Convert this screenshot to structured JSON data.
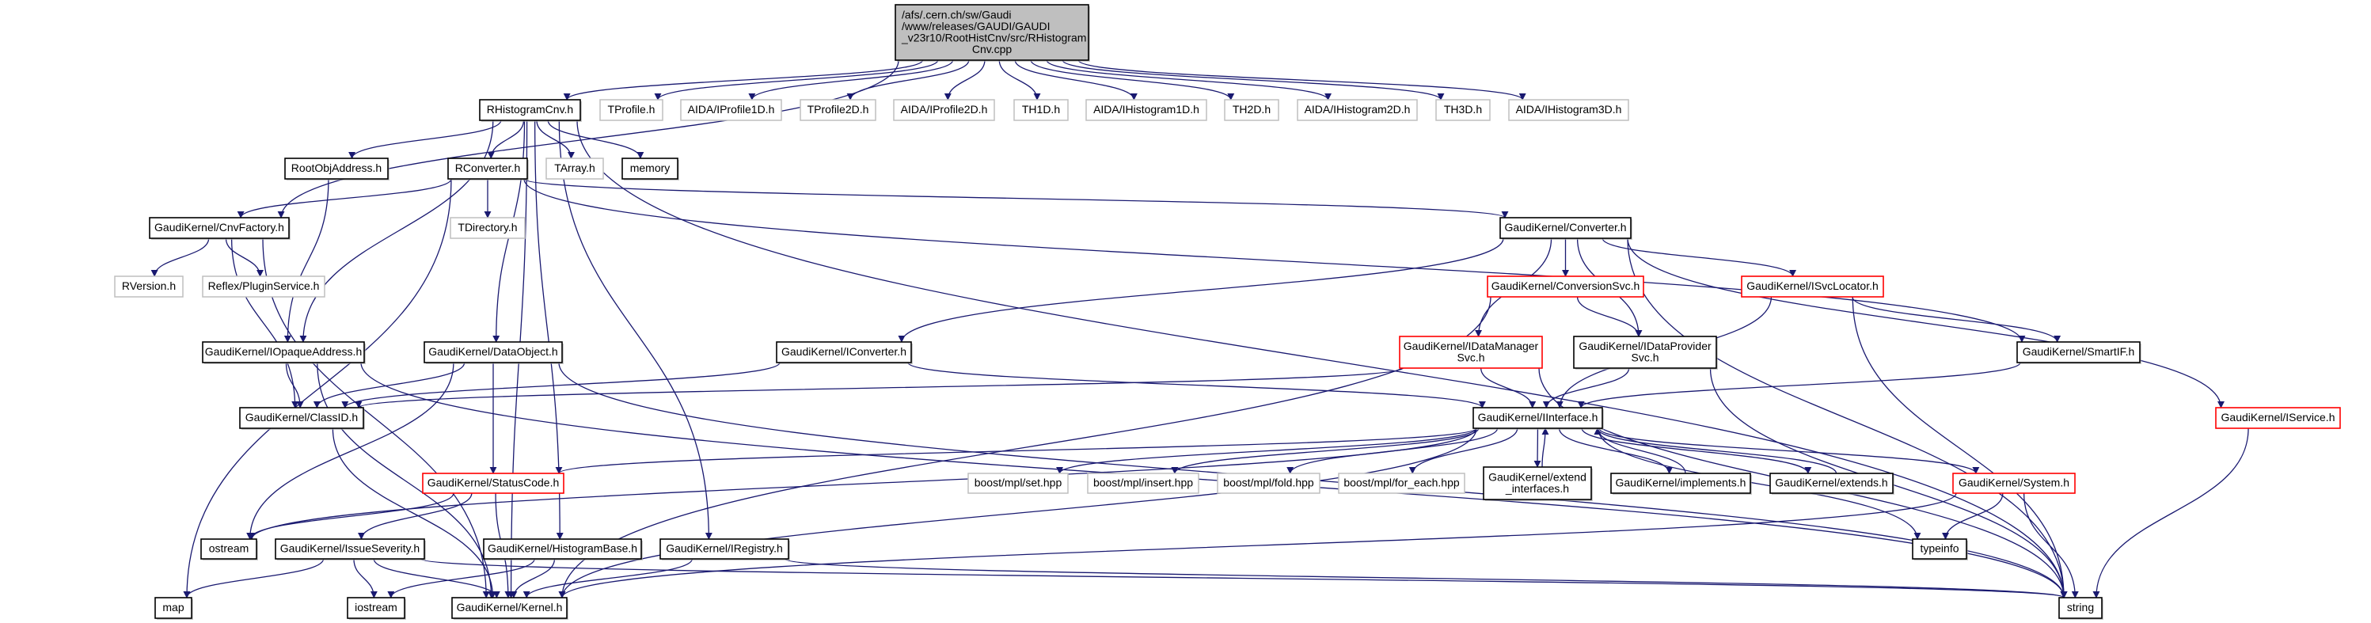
{
  "colors": {
    "edge": "#191970",
    "documented_border": "#000000",
    "external_border": "#bfbfbf",
    "truncated_border": "#ff0000",
    "root_fill": "#bfbfbf"
  },
  "nodes": [
    {
      "id": "cpp",
      "lines": [
        "/afs/.cern.ch/sw/Gaudi",
        "/www/releases/GAUDI/GAUDI",
        "_v23r10/RootHistCnv/src/RHistogram",
        "Cnv.cpp"
      ],
      "style": "root"
    },
    {
      "id": "RHistogramCnv",
      "lines": [
        "RHistogramCnv.h"
      ],
      "style": "documented"
    },
    {
      "id": "TProfile",
      "lines": [
        "TProfile.h"
      ],
      "style": "external"
    },
    {
      "id": "IProfile1D",
      "lines": [
        "AIDA/IProfile1D.h"
      ],
      "style": "external"
    },
    {
      "id": "TProfile2D",
      "lines": [
        "TProfile2D.h"
      ],
      "style": "external"
    },
    {
      "id": "IProfile2D",
      "lines": [
        "AIDA/IProfile2D.h"
      ],
      "style": "external"
    },
    {
      "id": "TH1D",
      "lines": [
        "TH1D.h"
      ],
      "style": "external"
    },
    {
      "id": "IHistogram1D",
      "lines": [
        "AIDA/IHistogram1D.h"
      ],
      "style": "external"
    },
    {
      "id": "TH2D",
      "lines": [
        "TH2D.h"
      ],
      "style": "external"
    },
    {
      "id": "IHistogram2D",
      "lines": [
        "AIDA/IHistogram2D.h"
      ],
      "style": "external"
    },
    {
      "id": "TH3D",
      "lines": [
        "TH3D.h"
      ],
      "style": "external"
    },
    {
      "id": "IHistogram3D",
      "lines": [
        "AIDA/IHistogram3D.h"
      ],
      "style": "external"
    },
    {
      "id": "RootObjAddress",
      "lines": [
        "RootObjAddress.h"
      ],
      "style": "documented"
    },
    {
      "id": "RConverter",
      "lines": [
        "RConverter.h"
      ],
      "style": "documented"
    },
    {
      "id": "TArray",
      "lines": [
        "TArray.h"
      ],
      "style": "external"
    },
    {
      "id": "memory",
      "lines": [
        "memory"
      ],
      "style": "documented"
    },
    {
      "id": "CnvFactory",
      "lines": [
        "GaudiKernel/CnvFactory.h"
      ],
      "style": "documented"
    },
    {
      "id": "TDirectory",
      "lines": [
        "TDirectory.h"
      ],
      "style": "external"
    },
    {
      "id": "Converter",
      "lines": [
        "GaudiKernel/Converter.h"
      ],
      "style": "documented"
    },
    {
      "id": "RVersion",
      "lines": [
        "RVersion.h"
      ],
      "style": "external"
    },
    {
      "id": "PluginService",
      "lines": [
        "Reflex/PluginService.h"
      ],
      "style": "external"
    },
    {
      "id": "ConversionSvc",
      "lines": [
        "GaudiKernel/ConversionSvc.h"
      ],
      "style": "truncated"
    },
    {
      "id": "ISvcLocator",
      "lines": [
        "GaudiKernel/ISvcLocator.h"
      ],
      "style": "truncated"
    },
    {
      "id": "IOpaqueAddress",
      "lines": [
        "GaudiKernel/IOpaqueAddress.h"
      ],
      "style": "documented"
    },
    {
      "id": "DataObject",
      "lines": [
        "GaudiKernel/DataObject.h"
      ],
      "style": "documented"
    },
    {
      "id": "IConverter",
      "lines": [
        "GaudiKernel/IConverter.h"
      ],
      "style": "documented"
    },
    {
      "id": "IDataManagerSvc",
      "lines": [
        "GaudiKernel/IDataManager",
        "Svc.h"
      ],
      "style": "truncated"
    },
    {
      "id": "IDataProviderSvc",
      "lines": [
        "GaudiKernel/IDataProvider",
        "Svc.h"
      ],
      "style": "documented"
    },
    {
      "id": "SmartIF",
      "lines": [
        "GaudiKernel/SmartIF.h"
      ],
      "style": "documented"
    },
    {
      "id": "ClassID",
      "lines": [
        "GaudiKernel/ClassID.h"
      ],
      "style": "documented"
    },
    {
      "id": "IInterface",
      "lines": [
        "GaudiKernel/IInterface.h"
      ],
      "style": "documented"
    },
    {
      "id": "IService",
      "lines": [
        "GaudiKernel/IService.h"
      ],
      "style": "truncated"
    },
    {
      "id": "StatusCode",
      "lines": [
        "GaudiKernel/StatusCode.h"
      ],
      "style": "truncated"
    },
    {
      "id": "set",
      "lines": [
        "boost/mpl/set.hpp"
      ],
      "style": "external"
    },
    {
      "id": "insert",
      "lines": [
        "boost/mpl/insert.hpp"
      ],
      "style": "external"
    },
    {
      "id": "fold",
      "lines": [
        "boost/mpl/fold.hpp"
      ],
      "style": "external"
    },
    {
      "id": "for_each",
      "lines": [
        "boost/mpl/for_each.hpp"
      ],
      "style": "external"
    },
    {
      "id": "extend_interfaces",
      "lines": [
        "GaudiKernel/extend",
        "_interfaces.h"
      ],
      "style": "documented"
    },
    {
      "id": "implements",
      "lines": [
        "GaudiKernel/implements.h"
      ],
      "style": "documented"
    },
    {
      "id": "extends",
      "lines": [
        "GaudiKernel/extends.h"
      ],
      "style": "documented"
    },
    {
      "id": "System",
      "lines": [
        "GaudiKernel/System.h"
      ],
      "style": "truncated"
    },
    {
      "id": "ostream",
      "lines": [
        "ostream"
      ],
      "style": "documented"
    },
    {
      "id": "IssueSeverity",
      "lines": [
        "GaudiKernel/IssueSeverity.h"
      ],
      "style": "documented"
    },
    {
      "id": "HistogramBase",
      "lines": [
        "GaudiKernel/HistogramBase.h"
      ],
      "style": "documented"
    },
    {
      "id": "IRegistry",
      "lines": [
        "GaudiKernel/IRegistry.h"
      ],
      "style": "documented"
    },
    {
      "id": "typeinfo",
      "lines": [
        "typeinfo"
      ],
      "style": "documented"
    },
    {
      "id": "map",
      "lines": [
        "map"
      ],
      "style": "documented"
    },
    {
      "id": "iostream",
      "lines": [
        "iostream"
      ],
      "style": "documented"
    },
    {
      "id": "Kernel",
      "lines": [
        "GaudiKernel/Kernel.h"
      ],
      "style": "documented"
    },
    {
      "id": "string",
      "lines": [
        "string"
      ],
      "style": "documented"
    }
  ],
  "edges": [
    [
      "cpp",
      "RHistogramCnv"
    ],
    [
      "cpp",
      "TProfile"
    ],
    [
      "cpp",
      "IProfile1D"
    ],
    [
      "cpp",
      "TProfile2D"
    ],
    [
      "cpp",
      "IProfile2D"
    ],
    [
      "cpp",
      "TH1D"
    ],
    [
      "cpp",
      "IHistogram1D"
    ],
    [
      "cpp",
      "TH2D"
    ],
    [
      "cpp",
      "IHistogram2D"
    ],
    [
      "cpp",
      "TH3D"
    ],
    [
      "cpp",
      "IHistogram3D"
    ],
    [
      "cpp",
      "CnvFactory"
    ],
    [
      "RHistogramCnv",
      "RootObjAddress"
    ],
    [
      "RHistogramCnv",
      "RConverter"
    ],
    [
      "RHistogramCnv",
      "TArray"
    ],
    [
      "RHistogramCnv",
      "memory"
    ],
    [
      "RHistogramCnv",
      "IOpaqueAddress"
    ],
    [
      "RHistogramCnv",
      "DataObject"
    ],
    [
      "RHistogramCnv",
      "HistogramBase"
    ],
    [
      "RHistogramCnv",
      "IRegistry"
    ],
    [
      "RHistogramCnv",
      "Kernel"
    ],
    [
      "RHistogramCnv",
      "string"
    ],
    [
      "RConverter",
      "map"
    ],
    [
      "RConverter",
      "CnvFactory"
    ],
    [
      "RConverter",
      "TDirectory"
    ],
    [
      "RConverter",
      "Converter"
    ],
    [
      "RConverter",
      "SmartIF"
    ],
    [
      "RootObjAddress",
      "IOpaqueAddress"
    ],
    [
      "CnvFactory",
      "RVersion"
    ],
    [
      "CnvFactory",
      "PluginService"
    ],
    [
      "CnvFactory",
      "ClassID"
    ],
    [
      "CnvFactory",
      "Kernel"
    ],
    [
      "Converter",
      "IConverter"
    ],
    [
      "Converter",
      "ConversionSvc"
    ],
    [
      "Converter",
      "IDataManagerSvc"
    ],
    [
      "Converter",
      "IDataProviderSvc"
    ],
    [
      "Converter",
      "ISvcLocator"
    ],
    [
      "Converter",
      "IService"
    ],
    [
      "Converter",
      "string"
    ],
    [
      "ConversionSvc",
      "IDataProviderSvc"
    ],
    [
      "ConversionSvc",
      "Kernel"
    ],
    [
      "ISvcLocator",
      "IInterface"
    ],
    [
      "ISvcLocator",
      "SmartIF"
    ],
    [
      "ISvcLocator",
      "string"
    ],
    [
      "IOpaqueAddress",
      "ClassID"
    ],
    [
      "IOpaqueAddress",
      "Kernel"
    ],
    [
      "IOpaqueAddress",
      "string"
    ],
    [
      "DataObject",
      "ClassID"
    ],
    [
      "DataObject",
      "StatusCode"
    ],
    [
      "DataObject",
      "ostream"
    ],
    [
      "DataObject",
      "string"
    ],
    [
      "IConverter",
      "ClassID"
    ],
    [
      "IConverter",
      "IInterface"
    ],
    [
      "IDataManagerSvc",
      "ClassID"
    ],
    [
      "IDataManagerSvc",
      "IInterface"
    ],
    [
      "IDataManagerSvc",
      "string"
    ],
    [
      "IDataProviderSvc",
      "IInterface"
    ],
    [
      "IDataProviderSvc",
      "string"
    ],
    [
      "SmartIF",
      "IInterface"
    ],
    [
      "IInterface",
      "StatusCode"
    ],
    [
      "IInterface",
      "ostream"
    ],
    [
      "IInterface",
      "Kernel"
    ],
    [
      "IInterface",
      "set"
    ],
    [
      "IInterface",
      "insert"
    ],
    [
      "IInterface",
      "fold"
    ],
    [
      "IInterface",
      "for_each"
    ],
    [
      "IInterface",
      "extend_interfaces"
    ],
    [
      "IInterface",
      "implements"
    ],
    [
      "IInterface",
      "extends"
    ],
    [
      "IInterface",
      "System"
    ],
    [
      "IInterface",
      "typeinfo"
    ],
    [
      "extend_interfaces",
      "IInterface"
    ],
    [
      "implements",
      "IInterface"
    ],
    [
      "extends",
      "IInterface"
    ],
    [
      "IService",
      "string"
    ],
    [
      "StatusCode",
      "ostream"
    ],
    [
      "StatusCode",
      "IssueSeverity"
    ],
    [
      "StatusCode",
      "Kernel"
    ],
    [
      "IssueSeverity",
      "map"
    ],
    [
      "IssueSeverity",
      "iostream"
    ],
    [
      "IssueSeverity",
      "Kernel"
    ],
    [
      "IssueSeverity",
      "string"
    ],
    [
      "HistogramBase",
      "iostream"
    ],
    [
      "HistogramBase",
      "Kernel"
    ],
    [
      "IRegistry",
      "Kernel"
    ],
    [
      "IRegistry",
      "string"
    ],
    [
      "System",
      "typeinfo"
    ],
    [
      "System",
      "string"
    ],
    [
      "System",
      "Kernel"
    ],
    [
      "ClassID",
      "Kernel"
    ]
  ]
}
